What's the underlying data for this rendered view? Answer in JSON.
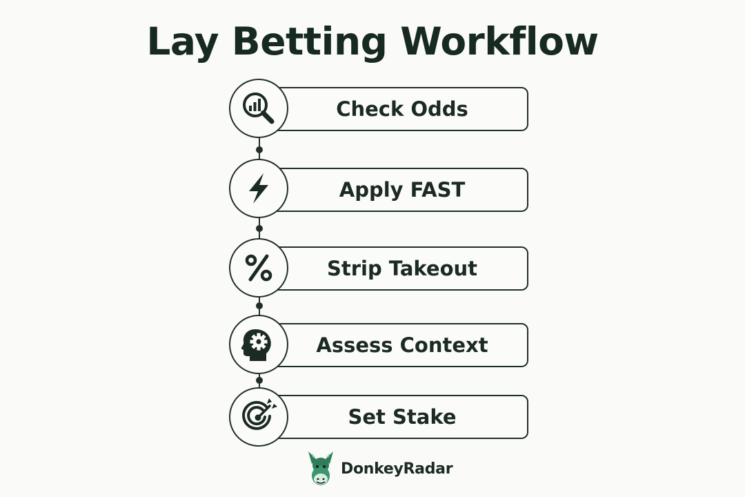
{
  "title": "Lay Betting Workflow",
  "steps": [
    {
      "label": "Check Odds",
      "icon": "magnifier-chart-icon"
    },
    {
      "label": "Apply FAST",
      "icon": "lightning-bolt-icon"
    },
    {
      "label": "Strip Takeout",
      "icon": "percent-icon"
    },
    {
      "label": "Assess Context",
      "icon": "head-gear-icon"
    },
    {
      "label": "Set Stake",
      "icon": "target-arrow-icon"
    }
  ],
  "brand": {
    "name": "DonkeyRadar",
    "logo": "donkey-logo-icon"
  },
  "colors": {
    "ink": "#1f2e26",
    "background": "#fafaf8",
    "logo_green": "#2f7d5b"
  }
}
